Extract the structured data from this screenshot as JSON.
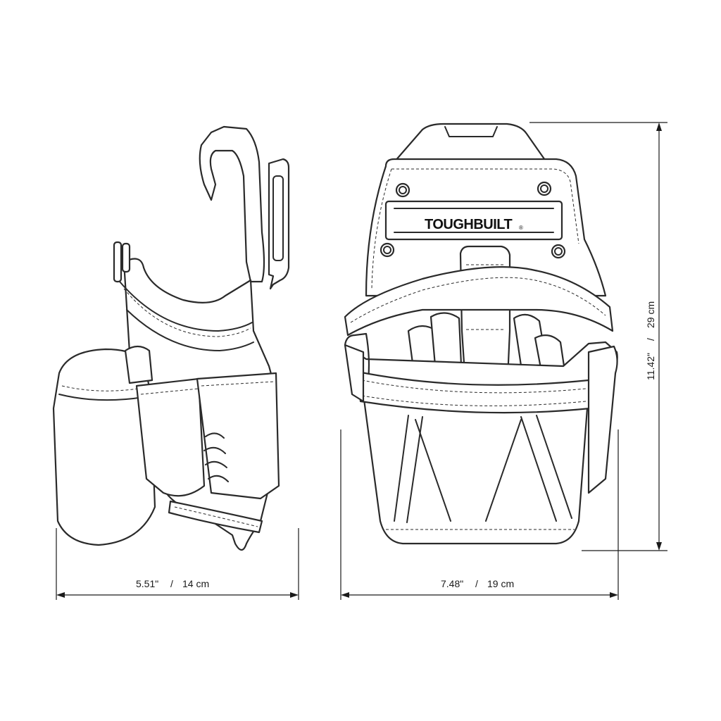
{
  "brand": {
    "logo_text": "TOUGHBUILT",
    "registered_mark": "®"
  },
  "dimensions": {
    "side_width": {
      "inches": "5.51\"",
      "separator": "/",
      "cm": "14 cm"
    },
    "front_width": {
      "inches": "7.48\"",
      "separator": "/",
      "cm": "19 cm"
    },
    "height": {
      "inches": "11.42\"",
      "separator": "/",
      "cm": "29 cm"
    }
  },
  "colors": {
    "line": "#2a2a2a",
    "background": "#ffffff"
  }
}
